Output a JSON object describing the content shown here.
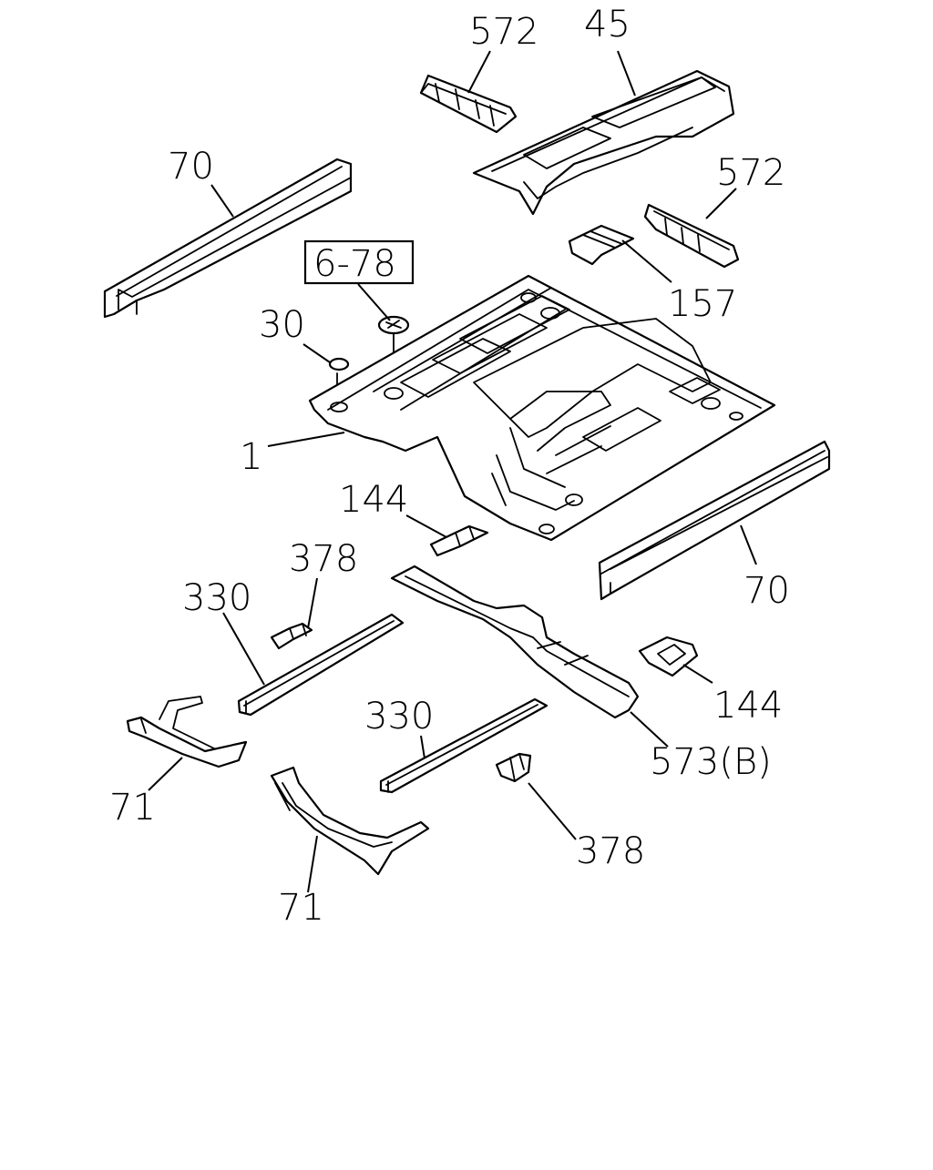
{
  "title": "",
  "callouts": {
    "c572_top": "572",
    "c45": "45",
    "c70_left": "70",
    "c572_right": "572",
    "c6_78": "6-78",
    "c157": "157",
    "c30": "30",
    "c1": "1",
    "c144_upper": "144",
    "c378_upper": "378",
    "c330_left": "330",
    "c70_right": "70",
    "c144_lower": "144",
    "c330_lower": "330",
    "c573b": "573(B)",
    "c71_left": "71",
    "c378_lower": "378",
    "c71_bottom": "71"
  }
}
